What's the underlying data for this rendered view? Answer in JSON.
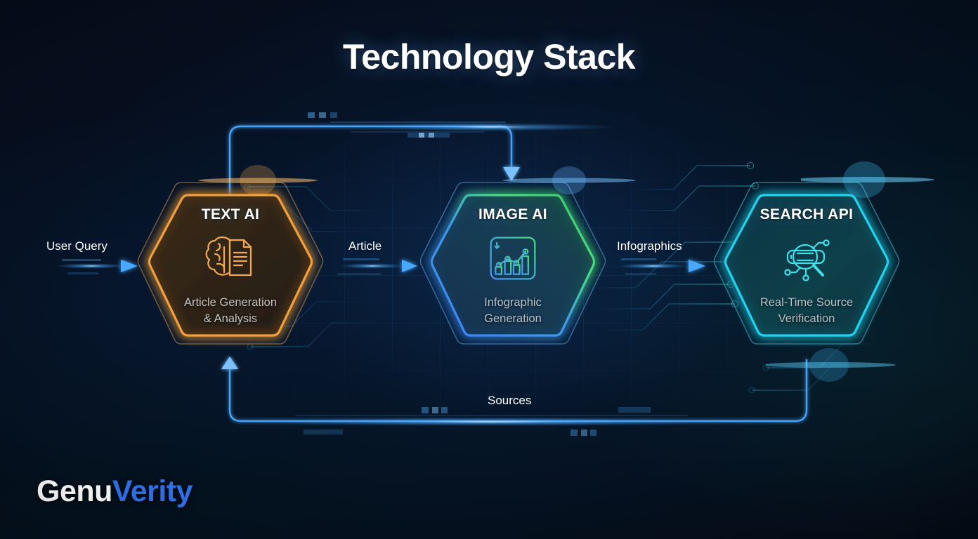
{
  "page": {
    "title": "Technology Stack",
    "background_color": "#060d1c"
  },
  "logo": {
    "part1": "Genu",
    "part2": "Verity",
    "part1_color": "#ffffff",
    "part2_color": "#2f6fe8"
  },
  "nodes": [
    {
      "id": "text-ai",
      "name": "TEXT AI",
      "description_line1": "Article Generation",
      "description_line2": "& Analysis",
      "icon": "brain-document-icon",
      "accent_color": "#f2a03c",
      "glow_color": "#ff9d2e"
    },
    {
      "id": "image-ai",
      "name": "IMAGE AI",
      "description_line1": "Infographic",
      "description_line2": "Generation",
      "icon": "bar-line-chart-icon",
      "accent_color": "#3b82f6",
      "glow_color": "#4ade80"
    },
    {
      "id": "search-api",
      "name": "SEARCH API",
      "description_line1": "Real-Time Source",
      "description_line2": "Verification",
      "icon": "magnifier-network-icon",
      "accent_color": "#22d3ee",
      "glow_color": "#2fe6e0"
    }
  ],
  "flows": [
    {
      "id": "user-query",
      "label": "User Query",
      "color": "#3d9bff"
    },
    {
      "id": "article",
      "label": "Article",
      "color": "#3d9bff"
    },
    {
      "id": "infographics",
      "label": "Infographics",
      "color": "#3d9bff"
    },
    {
      "id": "sources",
      "label": "Sources",
      "color": "#3d9bff"
    }
  ]
}
